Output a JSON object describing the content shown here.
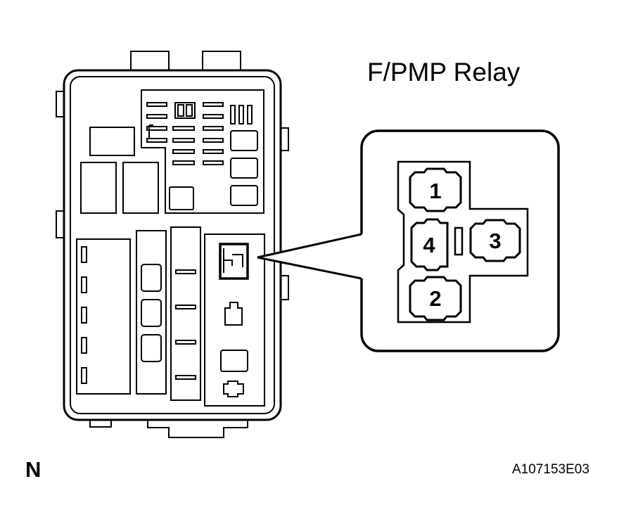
{
  "title": "F/PMP Relay",
  "orientation_mark": "N",
  "figure_id": "A107153E03",
  "connector_pins": [
    "1",
    "2",
    "3",
    "4"
  ],
  "colors": {
    "line": "#000000",
    "background": "#ffffff"
  }
}
